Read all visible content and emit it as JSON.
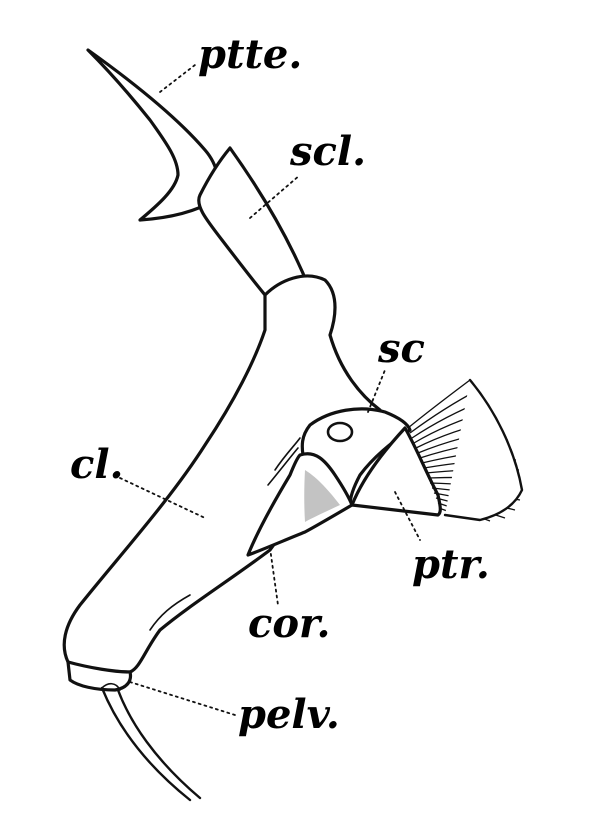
{
  "figure": {
    "labels": {
      "ptte": "ptte.",
      "scl": "scl.",
      "sc": "sc",
      "cl": "cl.",
      "ptr": "ptr.",
      "cor": "cor.",
      "pelv": "pelv."
    },
    "ink_color": "#111111",
    "background_color": "#ffffff"
  }
}
